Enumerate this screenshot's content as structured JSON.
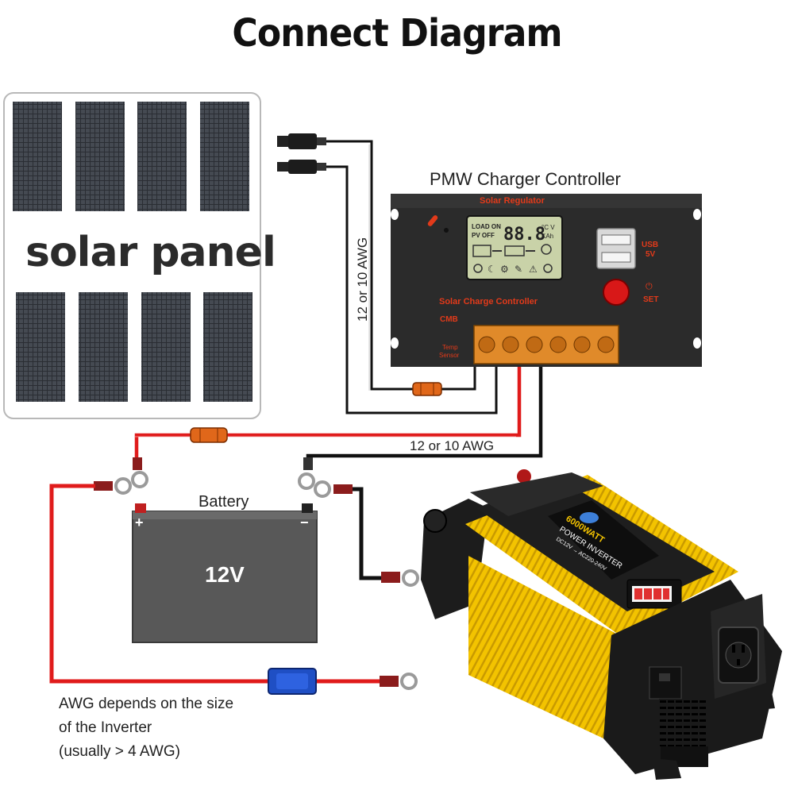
{
  "title": "Connect Diagram",
  "solar_panel": {
    "label": "solar panel"
  },
  "controller": {
    "title": "PMW Charger Controller",
    "top_label": "Solar Regulator",
    "bottom_label": "Solar Charge Controller",
    "cmb_label": "CMB",
    "temp_label_1": "Temp",
    "temp_label_2": "Sensor",
    "usb_label_1": "USB",
    "usb_label_2": "5V",
    "set_label": "SET",
    "lcd_load_on": "LOAD ON",
    "lcd_pv_off": "PV OFF",
    "lcd_digits": "88.8",
    "lcd_unit_1": "°C V",
    "lcd_unit_2": "KAh"
  },
  "wires": {
    "label_vertical": "12 or 10 AWG",
    "label_horizontal": "12 or 10 AWG"
  },
  "battery": {
    "label": "Battery",
    "voltage": "12V",
    "plus": "+",
    "minus": "−"
  },
  "note": {
    "line1": "AWG depends on the size",
    "line2": "of the Inverter",
    "line3": "(usually  > 4 AWG)"
  },
  "inverter": {
    "wattage": "6000WATT",
    "name": "POWER INVERTER",
    "spec": "DC12V → AC220-240V"
  },
  "colors": {
    "wire_red": "#e01b1b",
    "wire_black": "#111111",
    "controller_body": "#2b2b2b",
    "controller_accent": "#e23a1a",
    "lcd": "#c9d2a8",
    "terminal": "#e08a2a",
    "inverter_yellow": "#f2c200",
    "battery": "#585858",
    "fuse_orange": "#e0671a",
    "fuse_blue": "#1f4fc4"
  }
}
